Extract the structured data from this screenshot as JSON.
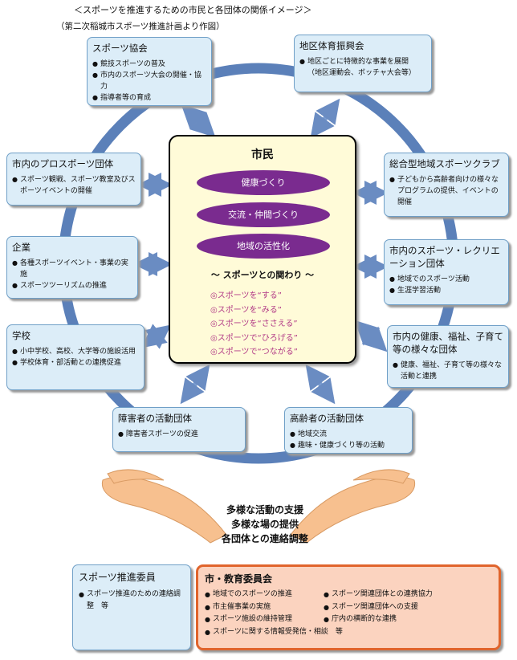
{
  "title": "＜スポーツを推進するための市民と各団体の関係イメージ＞",
  "subtitle": "（第二次稲城市スポーツ推進計画より作図）",
  "center": {
    "title": "市民",
    "pills": [
      "健康づくり",
      "交流・仲間づくり",
      "地域の活性化"
    ],
    "relation": "～ スポーツとの関わり ～",
    "items": [
      "◎スポーツを“する”",
      "◎スポーツを“みる”",
      "◎スポーツを“ささえる”",
      "◎スポーツで“ひろげる”",
      "◎スポーツで“つながる”"
    ]
  },
  "groups": {
    "sports_assoc": {
      "title": "スポーツ協会",
      "items": [
        "競技スポーツの普及",
        "市内のスポーツ大会の開催・協力",
        "指導者等の育成"
      ]
    },
    "district": {
      "title": "地区体育振興会",
      "items": [
        "地区ごとに特徴的な事業を展開",
        "（地区運動会、ボッチャ大会等）"
      ]
    },
    "pro": {
      "title": "市内のプロスポーツ団体",
      "items": [
        "スポーツ観戦、スポーツ教室及びスポーツイベントの開催"
      ]
    },
    "club": {
      "title": "総合型地域スポーツクラブ",
      "items": [
        "子どもから高齢者向けの様々なプログラムの提供、イベントの開催"
      ]
    },
    "company": {
      "title": "企業",
      "items": [
        "各種スポーツイベント・事業の実施",
        "スポーツツーリズムの推進"
      ]
    },
    "recreation": {
      "title": "市内のスポーツ・レクリエーション団体",
      "items": [
        "地域でのスポーツ活動",
        "生涯学習活動"
      ]
    },
    "school": {
      "title": "学校",
      "items": [
        "小中学校、高校、大学等の施設活用",
        "学校体育・部活動との連携促進"
      ]
    },
    "welfare": {
      "title": "市内の健康、福祉、子育て等の様々な団体",
      "items": [
        "健康、福祉、子育て等の様々な活動と連携"
      ]
    },
    "disabled": {
      "title": "障害者の活動団体",
      "items": [
        "障害者スポーツの促進"
      ]
    },
    "elderly": {
      "title": "高齢者の活動団体",
      "items": [
        "地域交流",
        "趣味・健康づくり等の活動"
      ]
    }
  },
  "support": [
    "多様な活動の支援",
    "多様な場の提供",
    "各団体との連絡調整"
  ],
  "committee": {
    "title": "スポーツ推進委員",
    "items": [
      "スポーツ推進のための連絡調整　等"
    ]
  },
  "city": {
    "title": "市・教育委員会",
    "left": [
      "地域でのスポーツの推進",
      "市主催事業の実施",
      "スポーツ施設の維持管理",
      "スポーツに関する情報受発信・相談　等"
    ],
    "right": [
      "スポーツ関連団体との連携協力",
      "スポーツ関連団体への支援",
      "庁内の横断的な連携"
    ]
  },
  "colors": {
    "ring": "#5b80b9",
    "pill": "#7a2b8f",
    "center_bg": "#fffbd8",
    "box_bg": "#dcedf8",
    "city_bg": "#fbd3bf",
    "city_border": "#e0642c",
    "hands": "#f7c08f"
  }
}
